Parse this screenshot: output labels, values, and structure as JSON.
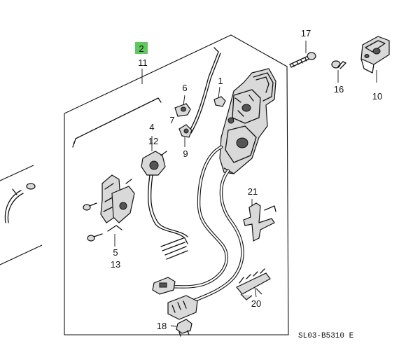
{
  "callouts": {
    "c2": "2",
    "c11": "11",
    "c17": "17",
    "c16": "16",
    "c10": "10",
    "c6": "6",
    "c1": "1",
    "c7": "7",
    "c4": "4",
    "c12": "12",
    "c9": "9",
    "c21": "21",
    "c5": "5",
    "c13": "13",
    "c20": "20",
    "c18": "18"
  },
  "highlight_color": "#5ec85e",
  "diagram_code": "SL03-B5310 E"
}
